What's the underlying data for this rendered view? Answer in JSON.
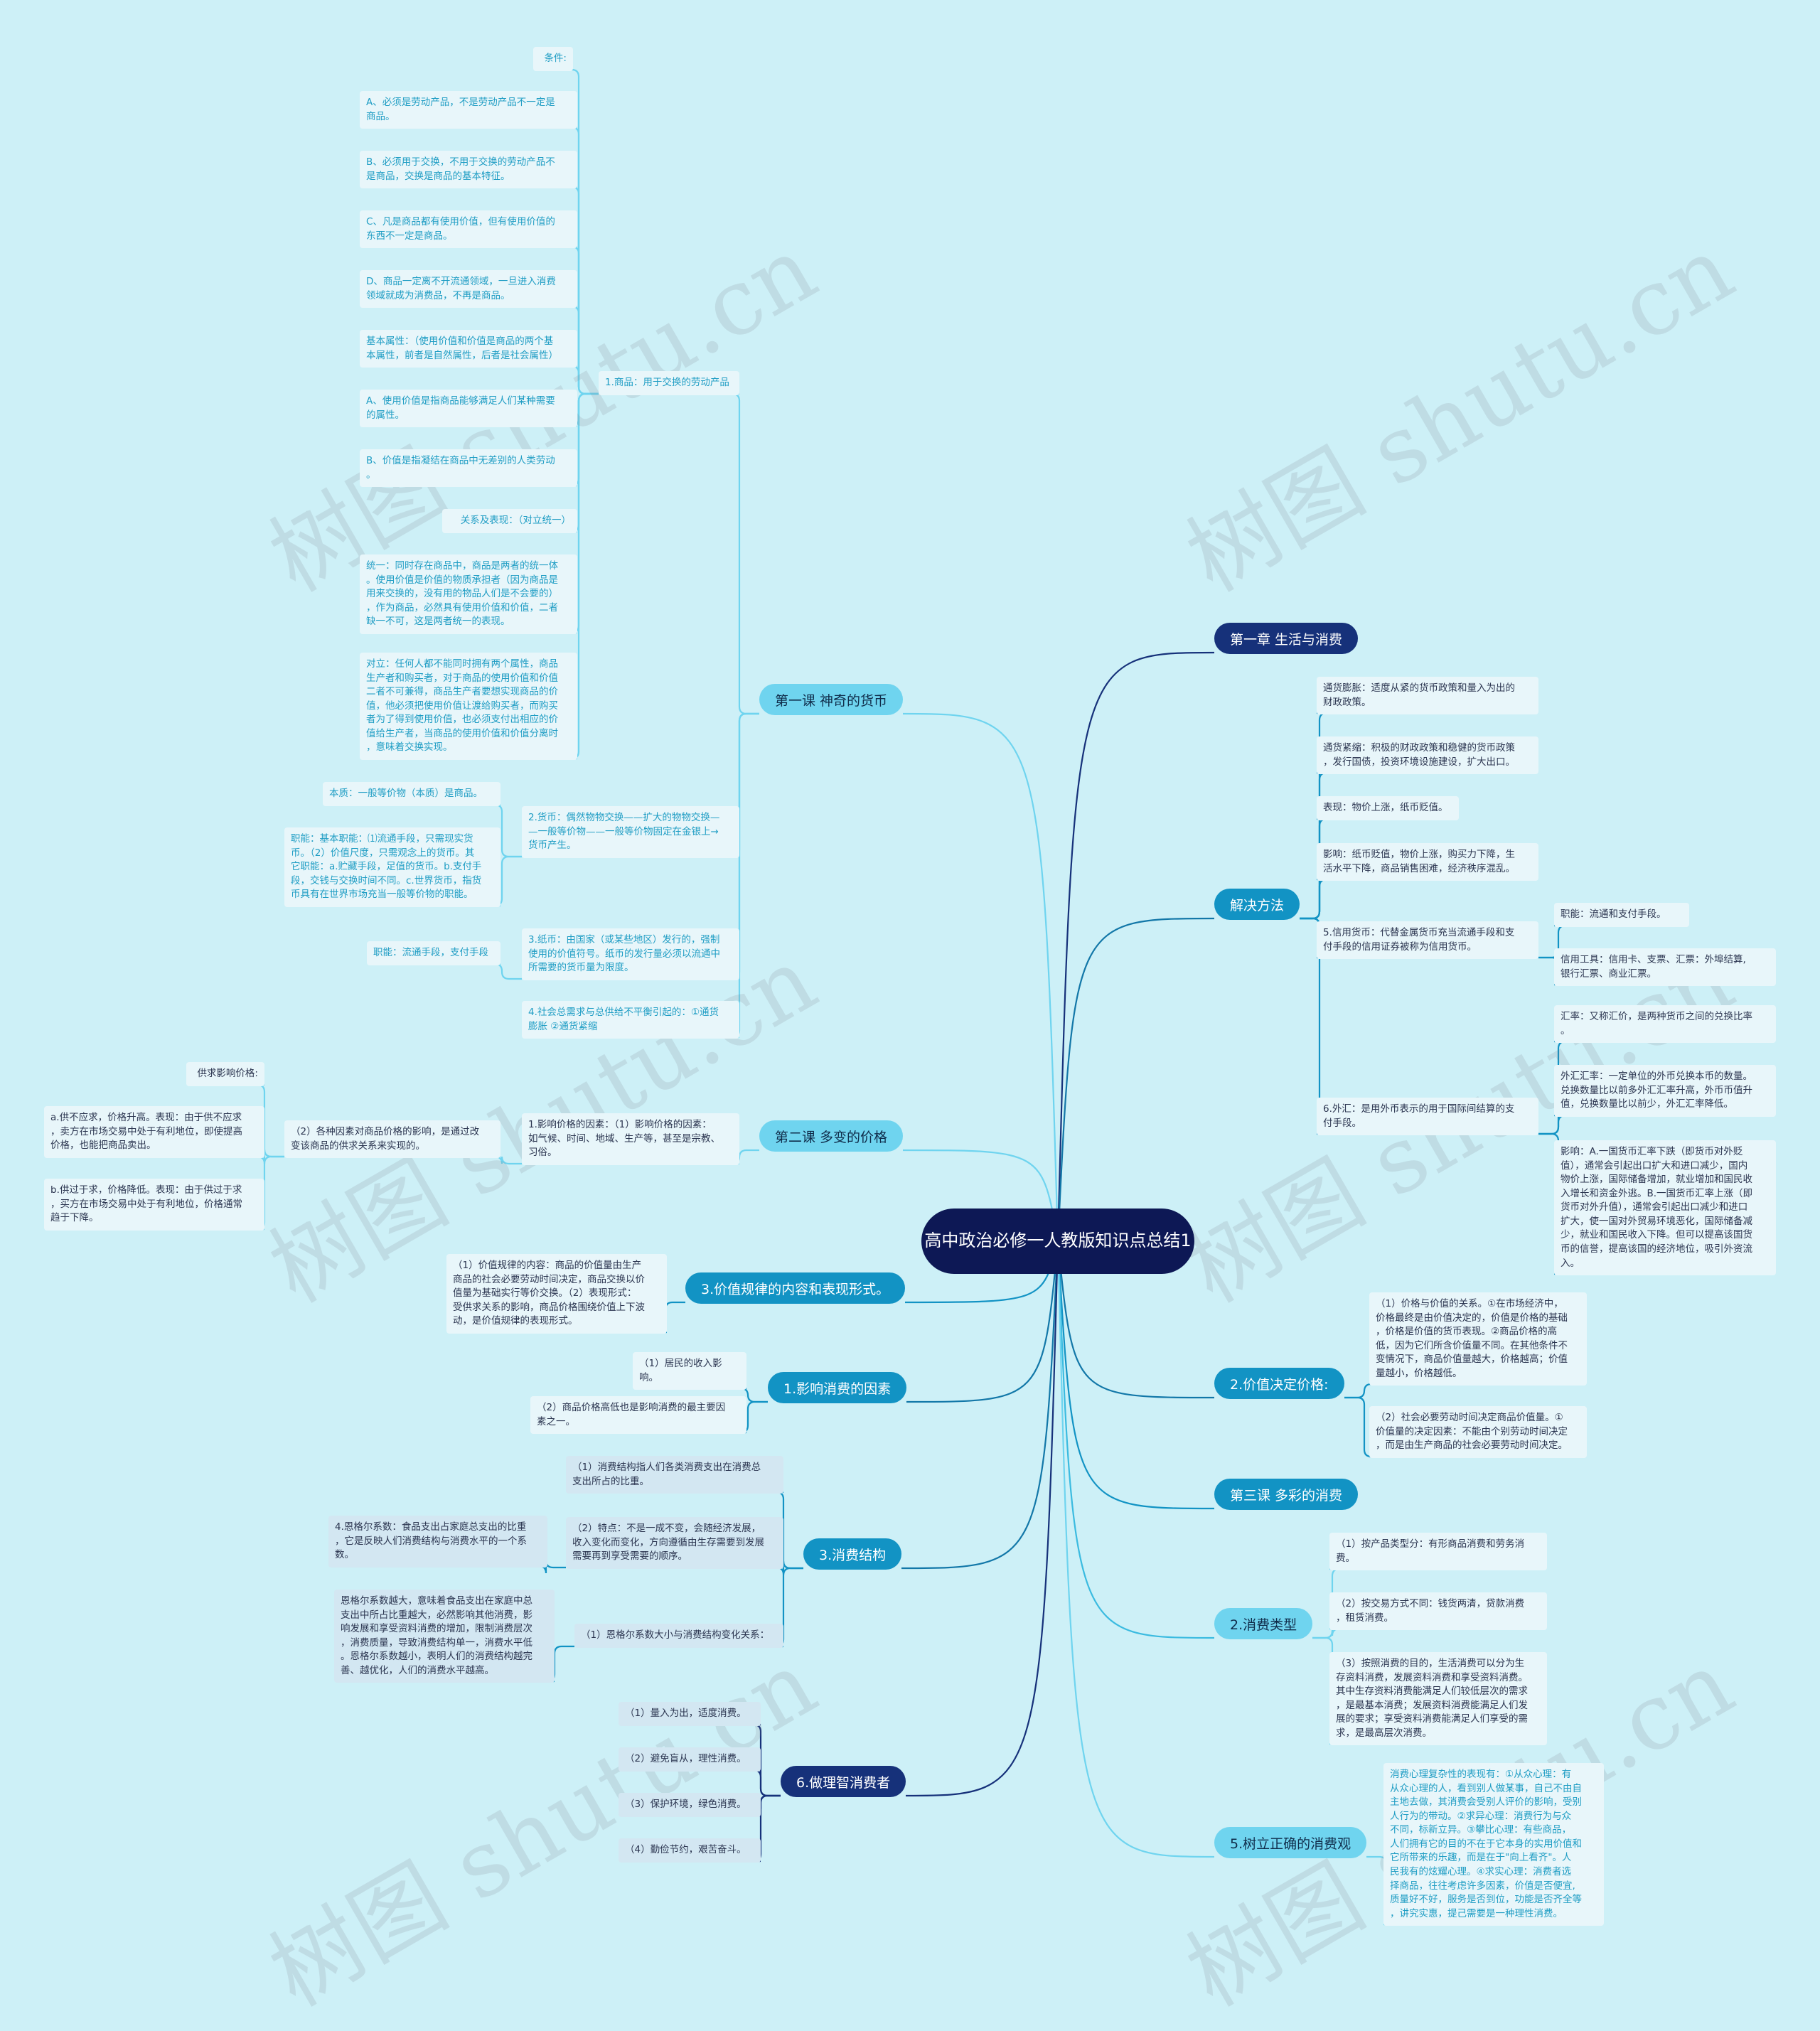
{
  "root": "高中政治必修一人教版知识点总结1",
  "watermark": "树图 shutu.cn",
  "colors": {
    "background": "#cdf0f7",
    "root": "#0d1855",
    "branch_dark": "#16317a",
    "branch_mid": "#1293c4",
    "branch_light": "#6fd4ef"
  },
  "branches": {
    "b1": "第一章 生活与消费",
    "b2": "解决方法",
    "b3": "2.价值决定价格:",
    "b4": "第三课 多彩的消费",
    "b5": "2.消费类型",
    "b6": "5.树立正确的消费观",
    "b7": "第一课 神奇的货币",
    "b8": "第二课 多变的价格",
    "b9": "3.价值规律的内容和表现形式。",
    "b10": "1.影响消费的因素",
    "b11": "3.消费结构",
    "b12": "6.做理智消费者"
  },
  "leaves": {
    "l1": "条件:",
    "l2": "A、必须是劳动产品，不是劳动产品不一定是\n商品。",
    "l3": "B、必须用于交换，不用于交换的劳动产品不\n是商品，交换是商品的基本特征。",
    "l4": "C、凡是商品都有使用价值，但有使用价值的\n东西不一定是商品。",
    "l5": "D、商品一定离不开流通领域，一旦进入消费\n领域就成为消费品，不再是商品。",
    "l6": "基本属性：（使用价值和价值是商品的两个基\n本属性，前者是自然属性，后者是社会属性）",
    "l7": "A、使用价值是指商品能够满足人们某种需要\n的属性。",
    "l8": "B、价值是指凝结在商品中无差别的人类劳动\n。",
    "l9": "关系及表现：（对立统一）",
    "l10": "统一：同时存在商品中，商品是两者的统一体\n。使用价值是价值的物质承担者（因为商品是\n用来交换的，没有用的物品人们是不会要的）\n，作为商品，必然具有使用价值和价值，二者\n缺一不可，这是两者统一的表现。",
    "l11": "对立：任何人都不能同时拥有两个属性，商品\n生产者和购买者，对于商品的使用价值和价值\n二者不可兼得，商品生产者要想实现商品的价\n值，他必须把使用价值让渡给购买者，而购买\n者为了得到使用价值，也必须支付出相应的价\n值给生产者，当商品的使用价值和价值分离时\n，意味着交换实现。",
    "l12": "1.商品：用于交换的劳动产品",
    "l13": "本质：一般等价物（本质）是商品。",
    "l14": "职能：基本职能：⑴流通手段，只需现实货\n币。（2）价值尺度，只需观念上的货币。其\n它职能：a.贮藏手段，足值的货币。b.支付手\n段，交钱与交换时间不同。c.世界货币，指货\n币具有在世界市场充当一般等价物的职能。",
    "l15": "2.货币：偶然物物交换——扩大的物物交换—\n—一般等价物——一般等价物固定在金银上→\n货币产生。",
    "l16": "职能：流通手段，支付手段",
    "l17": "3.纸币：由国家（或某些地区）发行的，强制\n使用的价值符号。纸币的发行量必须以流通中\n所需要的货币量为限度。",
    "l18": "4.社会总需求与总供给不平衡引起的：①通货\n膨胀 ②通货紧缩",
    "l19": "供求影响价格:",
    "l20": "a.供不应求，价格升高。表现：由于供不应求\n，卖方在市场交易中处于有利地位，即使提高\n价格，也能把商品卖出。",
    "l21": "b.供过于求，价格降低。表现：由于供过于求\n，买方在市场交易中处于有利地位，价格通常\n趋于下降。",
    "l22": "（2）各种因素对商品价格的影响，是通过改\n变该商品的供求关系来实现的。",
    "l23": "1.影响价格的因素：（1）影响价格的因素：\n如气候、时间、地域、生产等，甚至是宗教、\n习俗。",
    "l24": "（1）价值规律的内容：商品的价值量由生产\n商品的社会必要劳动时间决定，商品交换以价\n值量为基础实行等价交换。（2）表现形式：\n受供求关系的影响，商品价格围绕价值上下波\n动，是价值规律的表现形式。",
    "l25": "（1）居民的收入影响。",
    "l26": "（2）商品价格高低也是影响消费的最主要因\n素之一。",
    "l27": "（1）消费结构指人们各类消费支出在消费总\n支出所占的比重。",
    "l28": "（2）特点：不是一成不变，会随经济发展，\n收入变化而变化，方向遵循由生存需要到发展\n需要再到享受需要的顺序。",
    "l29": "4.恩格尔系数：食品支出占家庭总支出的比重\n，它是反映人们消费结构与消费水平的一个系\n数。",
    "l30": "恩格尔系数越大，意味着食品支出在家庭中总\n支出中所占比重越大，必然影响其他消费，影\n响发展和享受资料消费的增加，限制消费层次\n，消费质量，导致消费结构单一，消费水平低\n。恩格尔系数越小，表明人们的消费结构越完\n善、越优化，人们的消费水平越高。",
    "l31": "（1）恩格尔系数大小与消费结构变化关系：",
    "l32": "（1）量入为出，适度消费。",
    "l33": "（2）避免盲从，理性消费。",
    "l34": "（3）保护环境，绿色消费。",
    "l35": "（4）勤俭节约，艰苦奋斗。",
    "r1": "通货膨胀：适度从紧的货币政策和量入为出的\n财政政策。",
    "r2": "通货紧缩：积极的财政政策和稳健的货币政策\n，发行国债，投资环境设施建设，扩大出口。",
    "r3": "表现：物价上涨，纸币贬值。",
    "r4": "影响：纸币贬值，物价上涨，购买力下降，生\n活水平下降，商品销售困难，经济秩序混乱。",
    "r5": "5.信用货币：代替金属货币充当流通手段和支\n付手段的信用证券被称为信用货币。",
    "r6": "职能：流通和支付手段。",
    "r7": "信用工具：信用卡、支票、汇票：外埠结算,\n银行汇票、商业汇票。",
    "r8": "6.外汇：是用外币表示的用于国际间结算的支\n付手段。",
    "r9": "汇率：又称汇价，是两种货币之间的兑换比率\n。",
    "r10": "外汇汇率：一定单位的外币兑换本币的数量。\n兑换数量比以前多外汇汇率升高，外币币值升\n值，兑换数量比以前少，外汇汇率降低。",
    "r11": "影响：A.一国货币汇率下跌（即货币对外贬\n值），通常会引起出口扩大和进口减少，国内\n物价上涨，国际储备增加，就业增加和国民收\n入增长和资金外逃。B.一国货币汇率上涨（即\n货币对外升值），通常会引起出口减少和进口\n扩大，使一国对外贸易环境恶化，国际储备减\n少，就业和国民收入下降。但可以提高该国货\n币的信誉，提高该国的经济地位，吸引外资流\n入。",
    "r12": "（1）价格与价值的关系。①在市场经济中，\n价格最终是由价值决定的，价值是价格的基础\n，价格是价值的货币表现。②商品价格的高\n低，因为它们所含价值量不同。在其他条件不\n变情况下，商品价值量越大，价格越高；价值\n量越小，价格越低。",
    "r13": "（2）社会必要劳动时间决定商品价值量。①\n价值量的决定因素：不能由个别劳动时间决定\n，而是由生产商品的社会必要劳动时间决定。",
    "r14": "（1）按产品类型分：有形商品消费和劳务消\n费。",
    "r15": "（2）按交易方式不同：钱货两清，贷款消费\n，租赁消费。",
    "r16": "（3）按照消费的目的，生活消费可以分为生\n存资料消费，发展资料消费和享受资料消费。\n其中生存资料消费能满足人们较低层次的需求\n，是最基本消费；发展资料消费能满足人们发\n展的要求；享受资料消费能满足人们享受的需\n求，是最高层次消费。",
    "r17": "消费心理复杂性的表现有：①从众心理：有\n从众心理的人，看到别人做某事，自己不由自\n主地去做，其消费会受别人评价的影响，受别\n人行为的带动。②求异心理：消费行为与众\n不同，标新立异。③攀比心理：有些商品，\n人们拥有它的目的不在于它本身的实用价值和\n它所带来的乐趣，而是在于\"向上看齐\"。人\n民我有的炫耀心理。④求实心理：消费者选\n择商品，往往考虑许多因素，价值是否便宜,\n质量好不好，服务是否到位，功能是否齐全等\n，讲究实惠，提己需要是一种理性消费。"
  }
}
